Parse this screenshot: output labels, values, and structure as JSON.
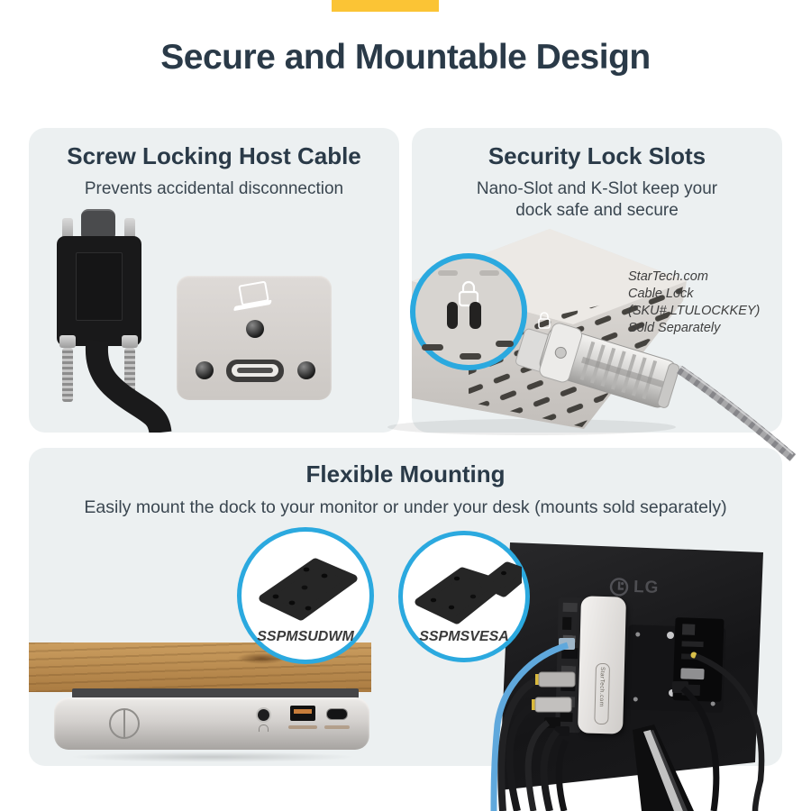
{
  "header": {
    "title": "Secure and Mountable Design"
  },
  "cards": {
    "screw_lock": {
      "title": "Screw Locking Host Cable",
      "subtitle": "Prevents accidental disconnection"
    },
    "security_slots": {
      "title": "Security Lock Slots",
      "subtitle_line1": "Nano-Slot and K-Slot keep your",
      "subtitle_line2": "dock safe and secure",
      "note_lines": [
        "StarTech.com",
        "Cable Lock",
        "(SKU# LTULOCKKEY)",
        "Sold Separately"
      ]
    },
    "mounting": {
      "title": "Flexible Mounting",
      "subtitle": "Easily mount the dock to your monitor or under your desk (mounts sold separately)",
      "callouts": [
        {
          "label": "SSPMSUDWM"
        },
        {
          "label": "SSPMSVESA"
        }
      ],
      "monitor_brand": "LG",
      "dock_side_label": "StarTech.com"
    }
  },
  "colors": {
    "accent_yellow": "#FBC435",
    "heading_navy": "#2A3A48",
    "body_text": "#3A4650",
    "card_background": "#ECF0F1",
    "callout_blue": "#2BA9DF",
    "note_text": "#3E3E3E",
    "ethernet_cable_blue": "#5FA8DC",
    "wood_desk": "#BE8F52"
  }
}
